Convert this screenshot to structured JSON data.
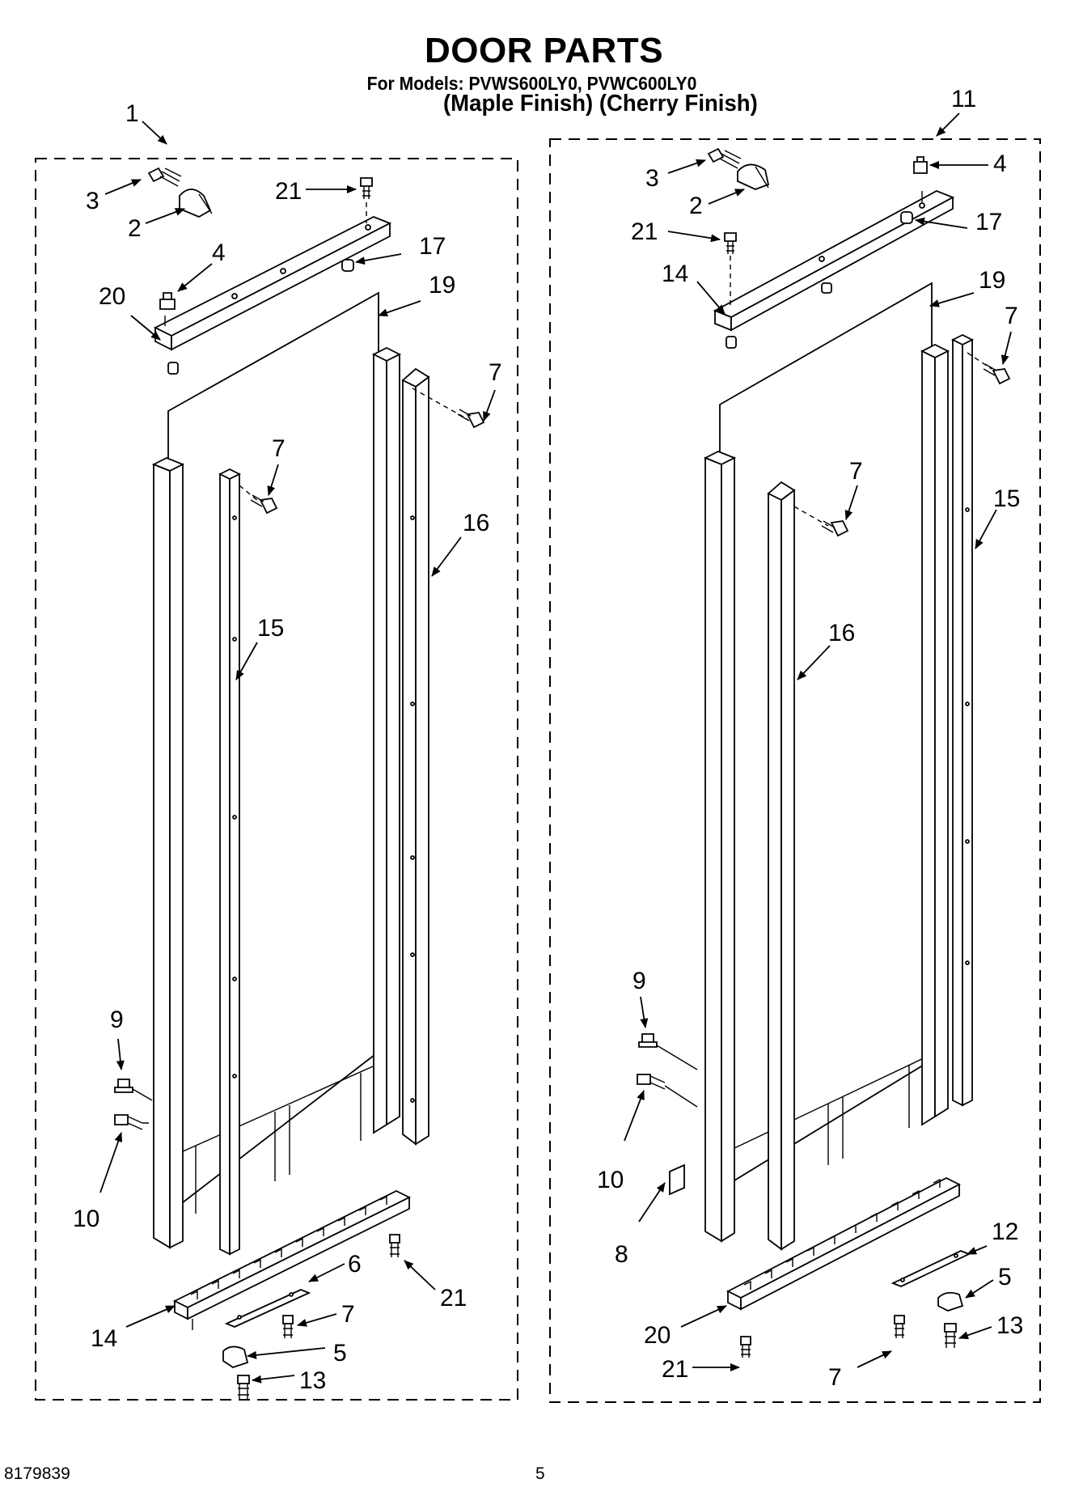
{
  "title": "DOOR PARTS",
  "models_line": "For Models: PVWS600LY0, PVWC600LY0",
  "finish_line": "(Maple Finish) (Cherry Finish)",
  "doc_number": "8179839",
  "page_number": "5",
  "left_assembly": {
    "assembly_label": "1",
    "callouts": [
      "3",
      "2",
      "21",
      "4",
      "17",
      "20",
      "19",
      "7",
      "7",
      "16",
      "15",
      "9",
      "10",
      "6",
      "21",
      "7",
      "14",
      "5",
      "13"
    ]
  },
  "right_assembly": {
    "assembly_label": "11",
    "callouts": [
      "3",
      "4",
      "2",
      "21",
      "17",
      "14",
      "19",
      "7",
      "7",
      "15",
      "16",
      "9",
      "10",
      "8",
      "12",
      "5",
      "20",
      "13",
      "21",
      "7"
    ]
  }
}
